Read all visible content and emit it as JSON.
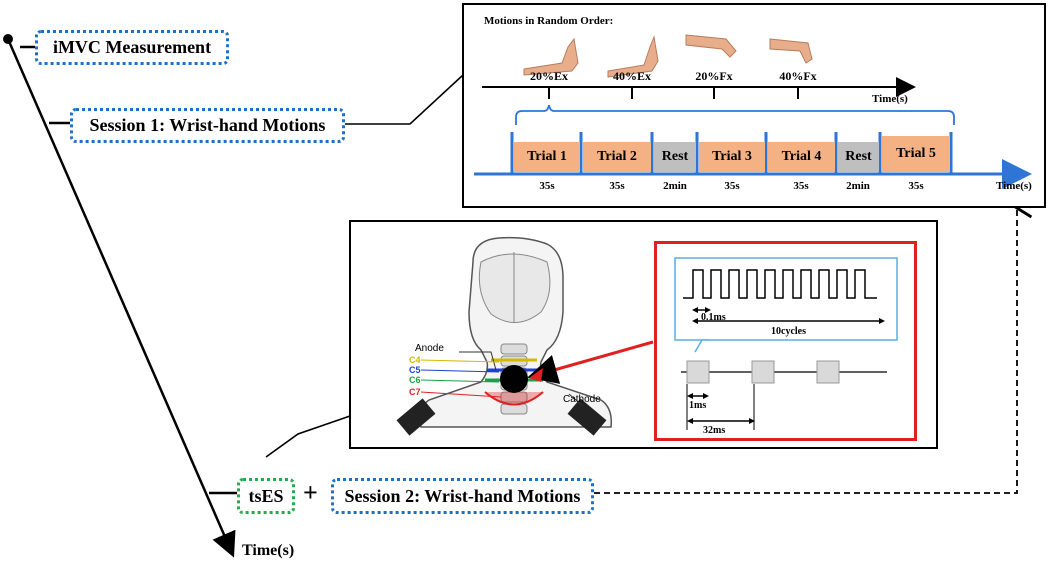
{
  "timeline": {
    "time_label": "Time(s)",
    "imvc_label": "iMVC Measurement",
    "session1_label": "Session 1: Wrist-hand Motions",
    "tses_label": "tsES",
    "plus": "+",
    "session2_label": "Session 2: Wrist-hand Motions"
  },
  "protocol_panel": {
    "heading": "Motions in Random Order:",
    "motions": [
      "20%Ex",
      "40%Ex",
      "20%Fx",
      "40%Fx"
    ],
    "motion_axis_label": "Time(s)",
    "blocks": [
      {
        "label": "Trial 1",
        "kind": "trial",
        "duration": "35s"
      },
      {
        "label": "Trial 2",
        "kind": "trial",
        "duration": "35s"
      },
      {
        "label": "Rest",
        "kind": "rest",
        "duration": "2min"
      },
      {
        "label": "Trial 3",
        "kind": "trial",
        "duration": "35s"
      },
      {
        "label": "Trial 4",
        "kind": "trial",
        "duration": "35s"
      },
      {
        "label": "Rest",
        "kind": "rest",
        "duration": "2min"
      },
      {
        "label": "Trial 5",
        "kind": "trial",
        "duration": "35s"
      }
    ],
    "axis_label": "Time(s)"
  },
  "stim_panel": {
    "anode": "Anode",
    "cathode": "Cathode",
    "vertebrae": [
      {
        "label": "C4",
        "color": "#d4b800"
      },
      {
        "label": "C5",
        "color": "#1f3fd6"
      },
      {
        "label": "C6",
        "color": "#1aa04a"
      },
      {
        "label": "C7",
        "color": "#e02020"
      }
    ],
    "pulse_width": "0.1ms",
    "cycles": "10cycles",
    "burst_width": "1ms",
    "period": "32ms"
  },
  "colors": {
    "timeline_blue": "#1e6fc8",
    "trial_orange": "#f4b183",
    "rest_gray": "#bfbfbf",
    "axis_blue": "#2e75d6",
    "highlight_red": "#e02020",
    "zoom_blue": "#5aaee0"
  }
}
